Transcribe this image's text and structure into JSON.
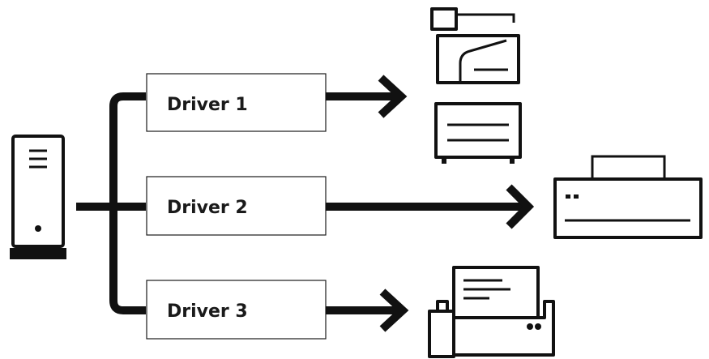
{
  "drivers": [
    {
      "label": "Driver 1"
    },
    {
      "label": "Driver 2"
    },
    {
      "label": "Driver 3"
    }
  ],
  "icons": {
    "source": "computer-tower-icon",
    "device_1": "multifunction-printer-icon",
    "device_2": "printer-icon",
    "device_3": "fax-machine-icon"
  },
  "colors": {
    "stroke": "#111111",
    "background": "#ffffff"
  }
}
